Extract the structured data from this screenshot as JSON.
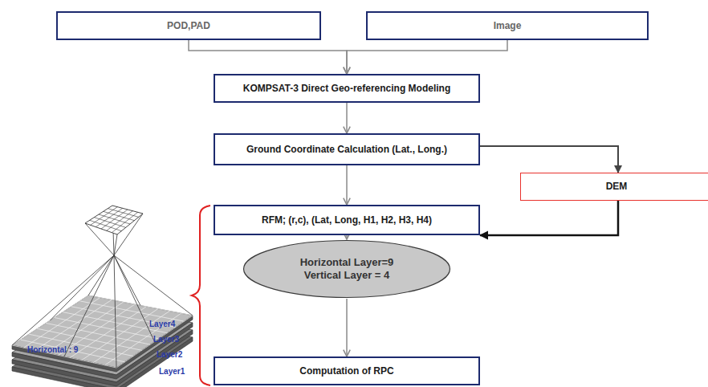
{
  "diagram": {
    "nodes": [
      {
        "text": [
          "POD,PAD"
        ]
      },
      {
        "text": [
          "Image"
        ]
      },
      {
        "text": [
          "KOMPSAT-3 Direct Geo-referencing Modeling"
        ]
      },
      {
        "text": [
          "Ground Coordinate Calculation (Lat., Long.)"
        ]
      },
      {
        "text": [
          "DEM"
        ]
      },
      {
        "text": [
          "RFM; (r,c), (Lat, Long, H1, H2, H3, H4)"
        ]
      },
      {
        "text": [
          "Horizontal Layer=9",
          "Vertical Layer = 4"
        ]
      },
      {
        "text": [
          "Computation of RPC"
        ]
      }
    ],
    "edges": [
      {
        "from": 0,
        "to": 2,
        "arrow": "to"
      },
      {
        "from": 1,
        "to": 2,
        "arrow": "to"
      },
      {
        "from": 2,
        "to": 3,
        "arrow": "to"
      },
      {
        "from": 3,
        "to": 4,
        "arrow": "to"
      },
      {
        "from": 3,
        "to": 5,
        "arrow": "to"
      },
      {
        "from": 4,
        "to": 5,
        "arrow": "to"
      },
      {
        "from": 5,
        "to": 6,
        "arrow": "to"
      },
      {
        "from": 6,
        "to": 7,
        "arrow": "to"
      }
    ],
    "labels": [
      "Layer4",
      "Layer3",
      "Horizontal : 9",
      "Layer2",
      "Layer1"
    ]
  }
}
